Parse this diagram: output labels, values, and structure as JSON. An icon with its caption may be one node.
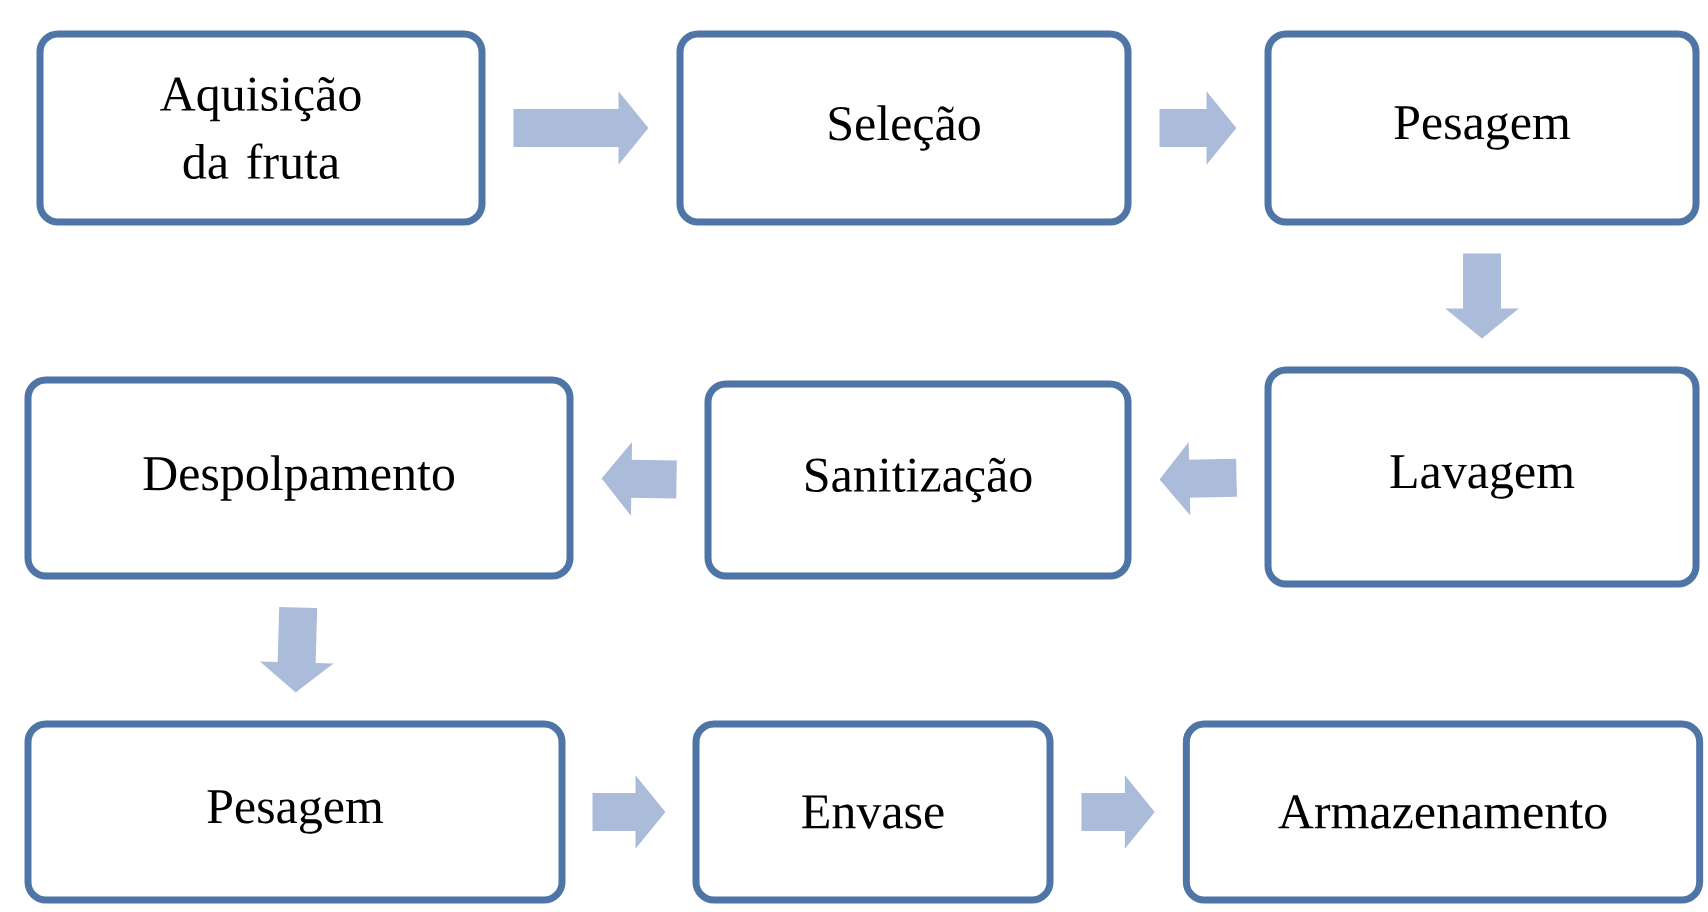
{
  "diagram": {
    "nodes": [
      {
        "text": [
          "Aquisição da fruta"
        ]
      },
      {
        "text": [
          "Seleção"
        ]
      },
      {
        "text": [
          "Pesagem"
        ]
      },
      {
        "text": [
          "Lavagem"
        ]
      },
      {
        "text": [
          "Sanitização"
        ]
      },
      {
        "text": [
          "Despolpamento"
        ]
      },
      {
        "text": [
          "Pesagem"
        ]
      },
      {
        "text": [
          "Envase"
        ]
      },
      {
        "text": [
          "Armazenamento"
        ]
      }
    ],
    "edges": [
      {
        "from": 0,
        "to": 1,
        "arrow": "to"
      },
      {
        "from": 1,
        "to": 2,
        "arrow": "to"
      },
      {
        "from": 2,
        "to": 3,
        "arrow": "to"
      },
      {
        "from": 3,
        "to": 4,
        "arrow": "to"
      },
      {
        "from": 4,
        "to": 5,
        "arrow": "to"
      },
      {
        "from": 5,
        "to": 6,
        "arrow": "to"
      },
      {
        "from": 6,
        "to": 7,
        "arrow": "to"
      },
      {
        "from": 7,
        "to": 8,
        "arrow": "to"
      }
    ]
  }
}
